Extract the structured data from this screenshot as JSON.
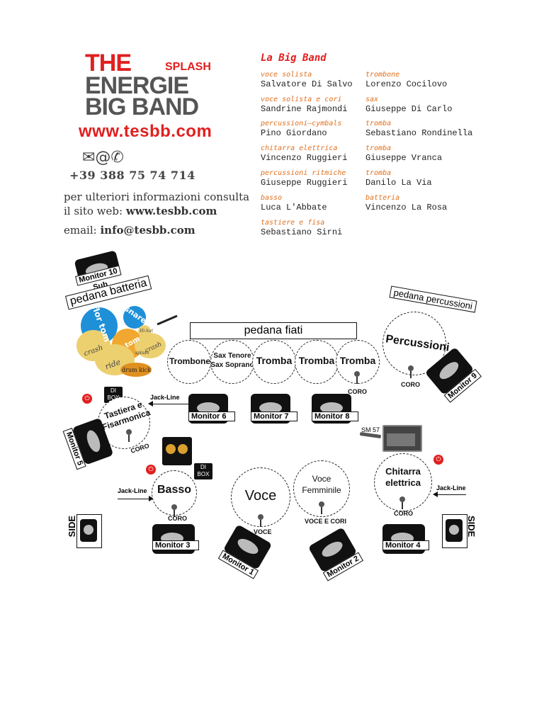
{
  "header": {
    "logo_the": "THE",
    "logo_splash": "SPLASH",
    "logo_energie": "ENERGIE",
    "logo_bigband": "BIG BAND",
    "website_display": "www.tesbb.com",
    "contact_icons": "✉@✆",
    "phone": "+39 388 75 74 714",
    "info_text": "per ulteriori informazioni consulta il sito web: ",
    "info_site": "www.tesbb.com",
    "email_label": "email: ",
    "email_value": "info@tesbb.com"
  },
  "band": {
    "title": "La Big Band",
    "members": [
      {
        "role": "voce solista",
        "name": "Salvatore Di Salvo"
      },
      {
        "role": "trombone",
        "name": "Lorenzo Cocilovo"
      },
      {
        "role": "voce solista e cori",
        "name": "Sandrine Rajmondi"
      },
      {
        "role": "sax",
        "name": "Giuseppe Di Carlo"
      },
      {
        "role": "percussioni–cymbals",
        "name": "Pino Giordano"
      },
      {
        "role": "tromba",
        "name": "Sebastiano Rondinella"
      },
      {
        "role": "chitarra elettrica",
        "name": "Vincenzo Ruggieri"
      },
      {
        "role": "tromba",
        "name": "Giuseppe Vranca"
      },
      {
        "role": "percussioni ritmiche",
        "name": "Giuseppe Ruggieri"
      },
      {
        "role": "tromba",
        "name": "Danilo La Via"
      },
      {
        "role": "basso",
        "name": "Luca L'Abbate"
      },
      {
        "role": "batteria",
        "name": "Vincenzo La Rosa"
      },
      {
        "role": "tastiere e fisa",
        "name": "Sebastiano Sirni"
      }
    ]
  },
  "stage": {
    "monitor10": "Monitor 10",
    "sub": "Sub",
    "pedana_batteria": "pedana batteria",
    "pedana_percussioni": "pedana percussioni",
    "pedana_fiati": "pedana fiati",
    "drums": {
      "floor_tom": "flor tom",
      "snare": "snare",
      "tom": "tom",
      "crash1": "crash",
      "ride": "ride",
      "crash2": "crash",
      "hihat": "Hi-hat",
      "splash": "splash",
      "kick": "drum kick"
    },
    "horns": [
      "Trombone",
      "Sax Tenore Sax Soprano",
      "Tromba",
      "Tromba",
      "Tromba"
    ],
    "percussioni": "Percussioni",
    "coro": "CORO",
    "voce_mic": "VOCE",
    "voce_e_cori": "VOCE E CORI",
    "monitor9": "Monitor 9",
    "monitor6": "Monitor 6",
    "monitor7": "Monitor 7",
    "monitor8": "Monitor 8",
    "monitor5": "Monitor 5",
    "monitor3": "Monitor 3",
    "monitor1": "Monitor 1",
    "monitor2": "Monitor 2",
    "monitor4": "Monitor 4",
    "di_box": "DI BOX",
    "jack_line": "Jack-Line",
    "tastiera": "Tastiera e Fisarmonica",
    "sm57": "SM 57",
    "basso": "Basso",
    "voce": "Voce",
    "voce_femminile": "Voce Femminile",
    "chitarra": "Chitarra elettrica",
    "side": "SIDE"
  }
}
